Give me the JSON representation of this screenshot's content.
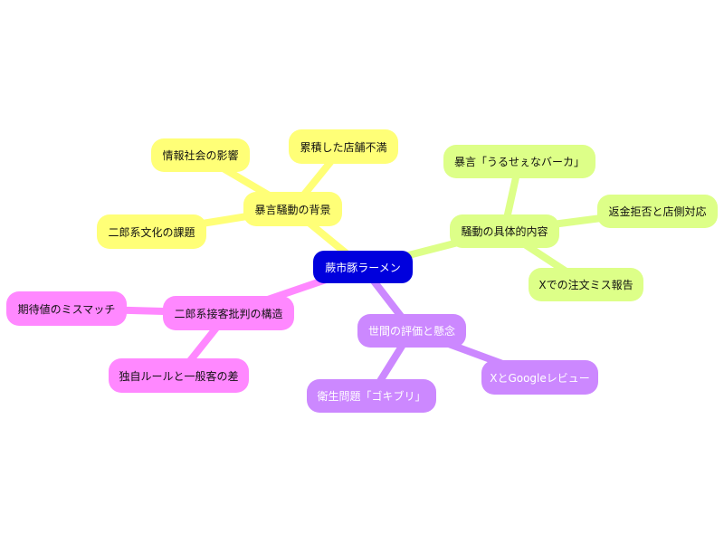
{
  "root": {
    "label": "蕨市豚ラーメン",
    "color": "#0000dd"
  },
  "branches": [
    {
      "label": "暴言騒動の背景",
      "color": "#ffff77",
      "children": [
        "情報社会の影響",
        "累積した店舗不満",
        "二郎系文化の課題"
      ]
    },
    {
      "label": "騒動の具体的内容",
      "color": "#ddff88",
      "children": [
        "暴言「うるせぇなバーカ」",
        "返金拒否と店側対応",
        "Xでの注文ミス報告"
      ]
    },
    {
      "label": "二郎系接客批判の構造",
      "color": "#ff88ff",
      "children": [
        "期待値のミスマッチ",
        "独自ルールと一般客の差"
      ]
    },
    {
      "label": "世間の評価と懸念",
      "color": "#cc88ff",
      "children": [
        "衛生問題「ゴキブリ」",
        "XとGoogleレビュー"
      ]
    }
  ]
}
